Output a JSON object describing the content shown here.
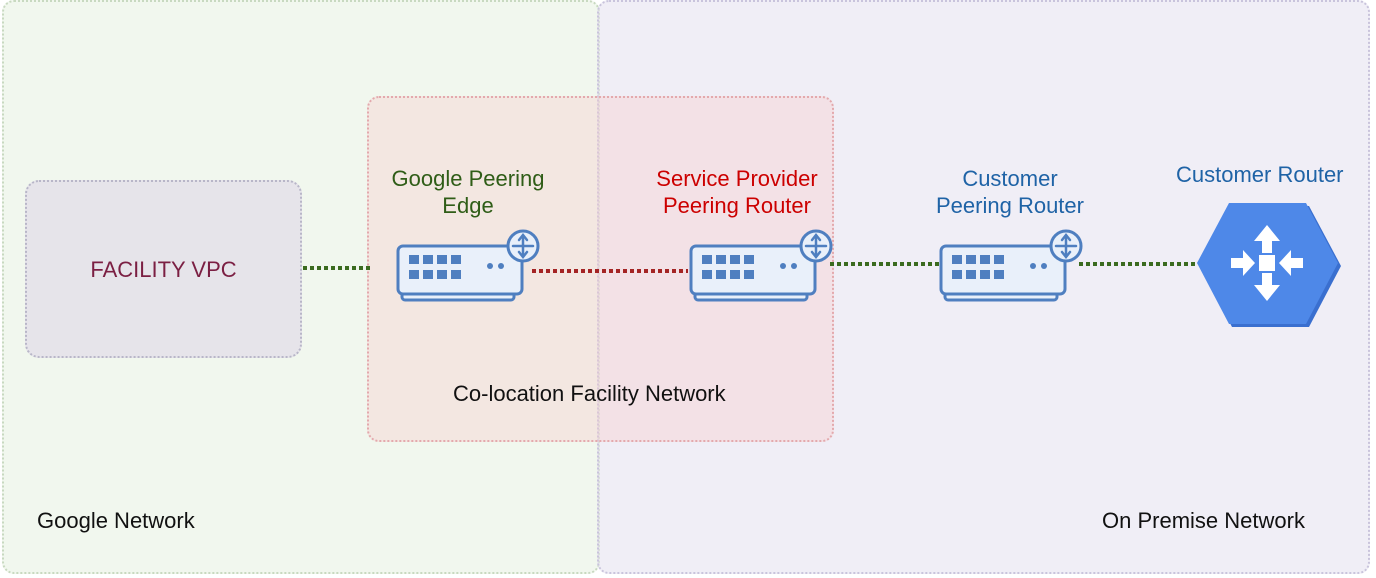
{
  "colors": {
    "google_zone": "#eef4e8",
    "onprem_zone": "#ebe8f2",
    "coloc_zone": "#f2dcda",
    "router_blue": "#4f7fc0",
    "router_fill": "#e9f0fa",
    "google_link": "#3b6b1f",
    "provider_link": "#a42424",
    "facility_text": "#7b1f43",
    "google_edge_text": "#2f5d17",
    "provider_text": "#cc0000",
    "customer_text": "#1f63a6",
    "hex_blue": "#4e88e8",
    "hex_shadow": "#3a6fcf"
  },
  "zones": {
    "google_network": "Google Network",
    "on_premise_network": "On Premise Network",
    "colocation": "Co-location Facility Network"
  },
  "nodes": {
    "facility_vpc": "FACILITY VPC",
    "google_peering_edge": [
      "Google Peering",
      "Edge"
    ],
    "service_provider_router": [
      "Service Provider",
      "Peering Router"
    ],
    "customer_peering_router": [
      "Customer",
      "Peering Router"
    ],
    "customer_router": "Customer Router"
  },
  "icons": [
    "router-icon",
    "router-icon",
    "router-icon",
    "customer-router-hex-icon"
  ]
}
